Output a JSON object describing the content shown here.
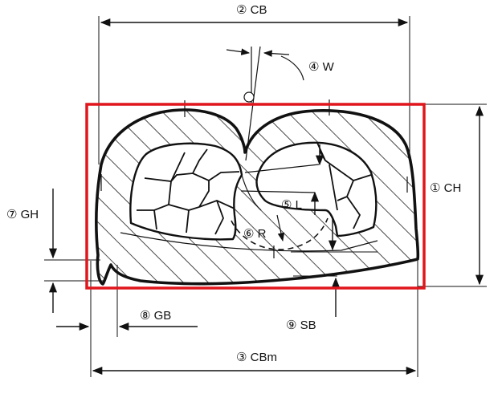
{
  "labels": {
    "cb": "② CB",
    "w": "④ W",
    "ch": "① CH",
    "l": "⑤ L",
    "r": "⑥ R",
    "gh": "⑦ GH",
    "gb": "⑧ GB",
    "sb": "⑨ SB",
    "cbm": "③ CBm"
  },
  "highlight": {
    "color": "#e0161c"
  },
  "colors": {
    "ink": "#111111",
    "background": "#ffffff"
  }
}
